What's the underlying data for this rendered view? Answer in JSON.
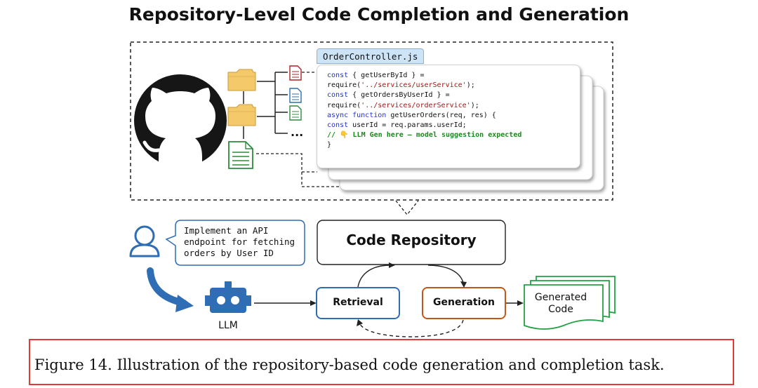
{
  "title": "Repository-Level Code Completion and Generation",
  "file_tab": "OrderController.js",
  "code_lines": [
    {
      "kw": "const",
      "rest": " { getUserById } ="
    },
    {
      "fn": "require(",
      "str": "'../services/userService'",
      "end": ");"
    },
    {
      "kw": "const",
      "rest": " { getOrdersByUserId } ="
    },
    {
      "fn": "require(",
      "str": "'../services/orderService'",
      "end": ");"
    },
    {
      "kw": "async function",
      "rest": " getUserOrders(req, res) {"
    },
    {
      "kw": "const",
      "rest": " userId = req.params.userId;"
    },
    {
      "comment": "// 👇 LLM Gen here – model suggestion expected"
    },
    {
      "plain": "}"
    }
  ],
  "bubble_lines": [
    "Implement an API",
    "endpoint for fetching",
    "orders by User ID"
  ],
  "ellipsis": "...",
  "repo_label": "Code Repository",
  "retrieval_label": "Retrieval",
  "generation_label": "Generation",
  "generated_code_lines": [
    "Generated",
    "Code"
  ],
  "llm_label": "LLM",
  "caption": "Figure 14. Illustration of the repository-based code generation and completion task.",
  "colors": {
    "folder": "#f3c96a",
    "blue_doc": "#2f6db5",
    "green_doc": "#2e8b3d",
    "red_doc": "#b22222",
    "robot": "#2f6db5",
    "user": "#2f6db5",
    "retrieval_border": "#2f6db5",
    "generation_border": "#c0581a",
    "generated_border": "#23a043",
    "caption_border": "#e23a3a"
  }
}
